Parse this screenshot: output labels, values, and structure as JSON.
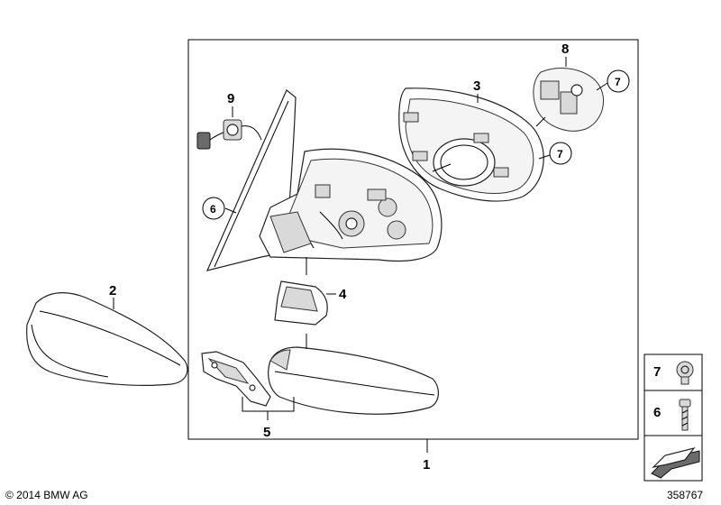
{
  "callouts": {
    "c1": "1",
    "c2": "2",
    "c3": "3",
    "c4": "4",
    "c5": "5",
    "c6": "6",
    "c7a": "7",
    "c7b": "7",
    "c8": "8",
    "c9": "9",
    "legend7": "7",
    "legend6": "6"
  },
  "footer": {
    "copyright": "© 2014 BMW AG",
    "diagram_number": "358767"
  },
  "colors": {
    "line": "#000000",
    "part_fill": "#ffffff",
    "shade": "#d9d9d9"
  }
}
